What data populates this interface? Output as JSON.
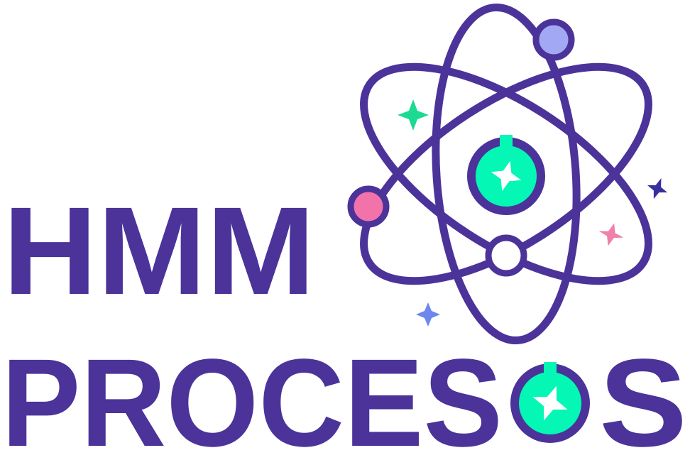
{
  "logo": {
    "line1": "HMM",
    "line2_main": "PROCES",
    "line2_end": "S",
    "colors": {
      "primary_purple": "#4B339A",
      "nucleus_green": "#05F7B5",
      "electron_lavender": "#A3A8F4",
      "electron_pink": "#F272AA",
      "sparkle_green": "#1CDA93",
      "sparkle_blue": "#6D87EF",
      "sparkle_pink": "#F07FA9",
      "sparkle_navy": "#3A2F9E",
      "white": "#FFFFFF"
    },
    "icons": [
      "atom-icon",
      "sparkle-icon"
    ]
  }
}
